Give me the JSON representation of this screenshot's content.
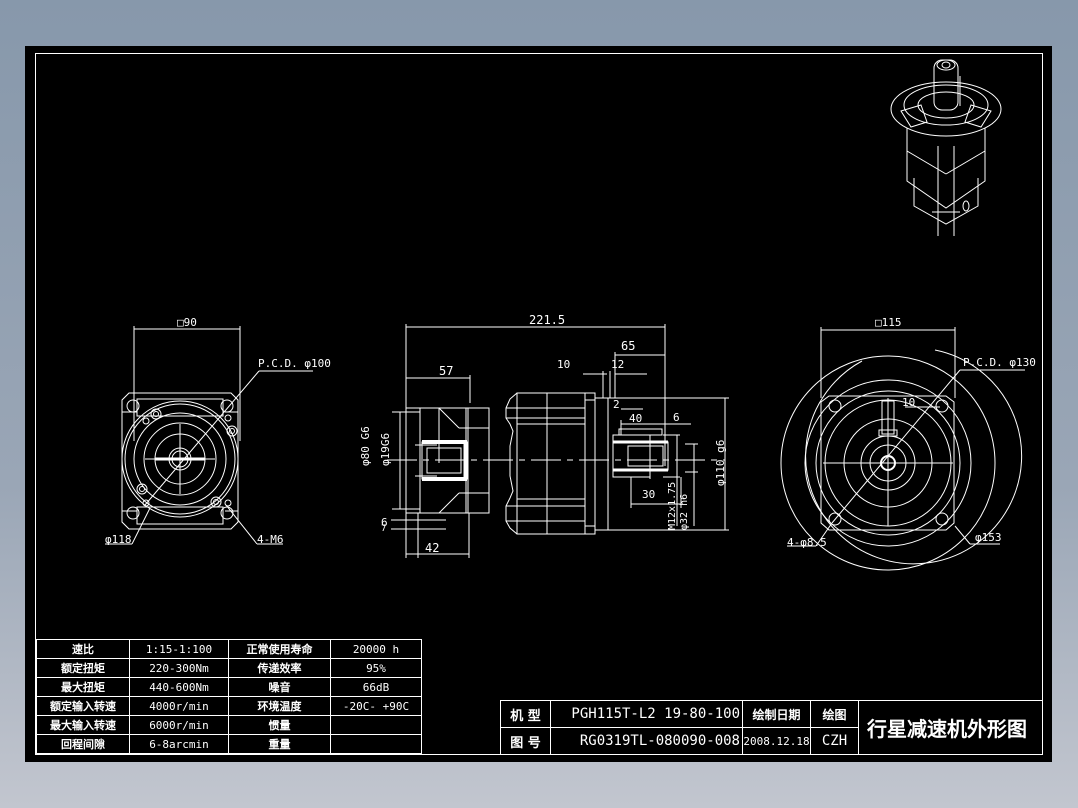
{
  "window": {
    "background_top": "#8798ab",
    "background_bottom": "#c2c6cf",
    "canvas_color": "#000000",
    "line_color": "#ffffff"
  },
  "drawing": {
    "type": "CAD planetary gearbox outline drawing",
    "left_view": {
      "square": "□90",
      "pcd": "P.C.D. φ100",
      "diameter": "φ118",
      "holes": "4-M6"
    },
    "side_view": {
      "overall_length": "221.5",
      "input_length": "57",
      "d_80": "φ80 G6",
      "d_19": "φ19G6",
      "dim_6": "6",
      "dim_7": "7",
      "dim_42": "42",
      "dim_65": "65",
      "dim_10": "10",
      "dim_12": "12",
      "dim_2": "2",
      "dim_40": "40",
      "dim_6b": "6",
      "dim_30": "30",
      "thread": "M12x1.75",
      "shaft": "φ32 h6",
      "pilot": "φ110 g6"
    },
    "right_view": {
      "square": "□115",
      "pcd": "P.C.D. φ130",
      "key": "10",
      "holes": "4-φ8.5",
      "diameter": "φ153"
    }
  },
  "spec_table": {
    "rows": [
      {
        "label1": "速比",
        "value1": "1:15-1:100",
        "label2": "正常使用寿命",
        "value2": "20000 h"
      },
      {
        "label1": "额定扭矩",
        "value1": "220-300Nm",
        "label2": "传递效率",
        "value2": "95%"
      },
      {
        "label1": "最大扭矩",
        "value1": "440-600Nm",
        "label2": "噪音",
        "value2": "66dB"
      },
      {
        "label1": "额定输入转速",
        "value1": "4000r/min",
        "label2": "环境温度",
        "value2": "-20C- +90C"
      },
      {
        "label1": "最大输入转速",
        "value1": "6000r/min",
        "label2": "惯量",
        "value2": ""
      },
      {
        "label1": "回程间隙",
        "value1": "6-8arcmin",
        "label2": "重量",
        "value2": ""
      }
    ]
  },
  "title_block": {
    "model_label": "机 型",
    "model_value": "PGH115T-L2 19-80-100",
    "date_label": "绘制日期",
    "drawing_no_label": "图 号",
    "drawing_no_value": "RG0319TL-080090-008",
    "date_value": "2008.12.18",
    "drawn_label": "绘图",
    "drawn_value": "CZH",
    "title": "行星减速机外形图"
  }
}
